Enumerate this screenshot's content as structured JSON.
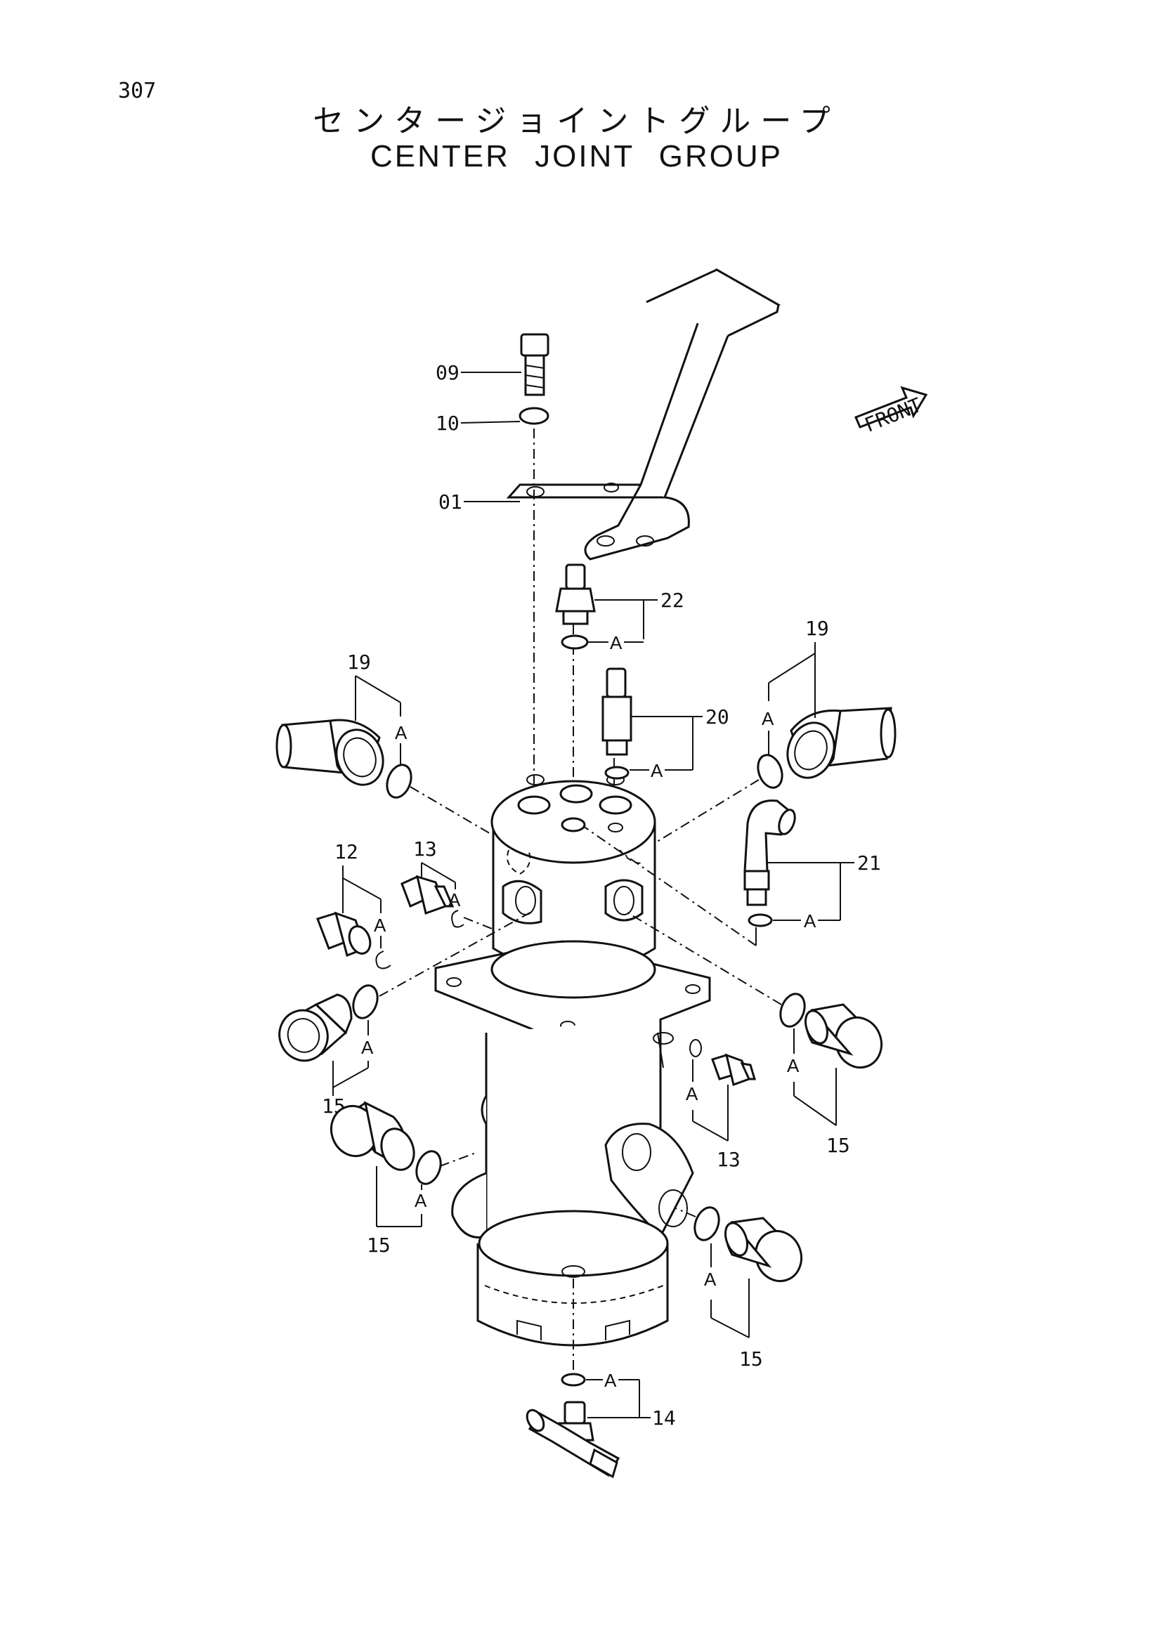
{
  "page_number": "307",
  "title_jp": "センタージョイントグループ",
  "title_en": "CENTER JOINT GROUP",
  "front_label": "FRONT",
  "ring_marker": "A",
  "callouts": {
    "c09": "09",
    "c10": "10",
    "c01": "01",
    "c22": "22",
    "c20": "20",
    "c19_left": "19",
    "c19_right": "19",
    "c21": "21",
    "c13_upper": "13",
    "c12": "12",
    "c13_right": "13",
    "c15_left": "15",
    "c15_lower_left": "15",
    "c15_right": "15",
    "c15_lower_right": "15",
    "c14": "14"
  }
}
